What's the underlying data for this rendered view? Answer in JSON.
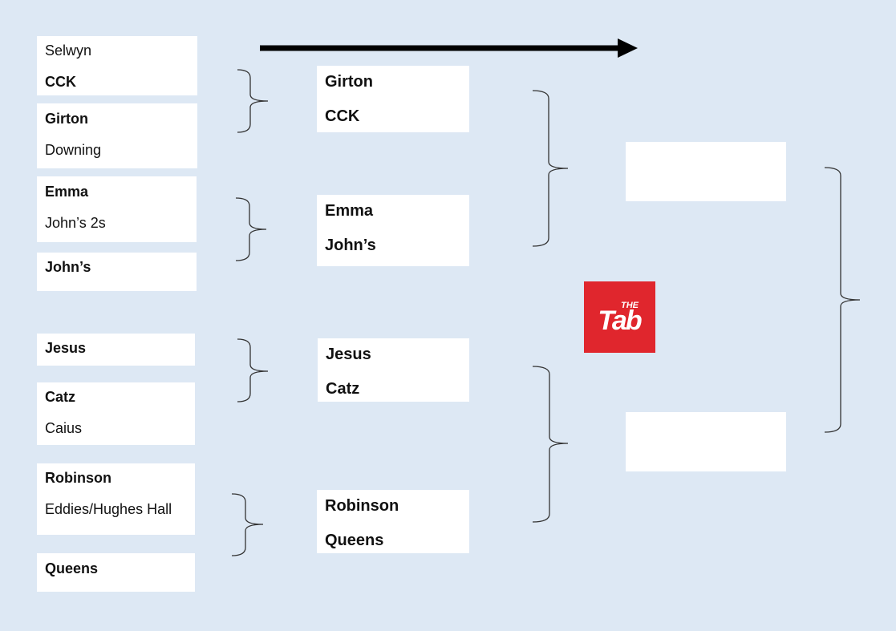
{
  "round1": [
    {
      "team1": "Selwyn",
      "team2": "CCK"
    },
    {
      "team1": "Girton",
      "team2": "Downing"
    },
    {
      "team1": "Emma",
      "team2": "John’s 2s"
    },
    {
      "team1": "John’s",
      "team2": ""
    },
    {
      "team1": "Jesus",
      "team2": ""
    },
    {
      "team1": "Catz",
      "team2": "Caius"
    },
    {
      "team1": "Robinson",
      "team2": "Eddies/Hughes Hall"
    },
    {
      "team1": "Queens",
      "team2": ""
    }
  ],
  "round2": [
    {
      "team1": "Girton",
      "team2": "CCK"
    },
    {
      "team1": "Emma",
      "team2": "John’s"
    },
    {
      "team1": "Jesus",
      "team2": "Catz"
    },
    {
      "team1": "Robinson",
      "team2": "Queens"
    }
  ],
  "round3": [
    {
      "team1": "",
      "team2": ""
    },
    {
      "team1": "",
      "team2": ""
    }
  ],
  "logo": {
    "small_text": "THE",
    "big_text": "Tab",
    "color": "#e0262d"
  },
  "colors": {
    "background": "#dde8f4",
    "box": "#ffffff"
  }
}
